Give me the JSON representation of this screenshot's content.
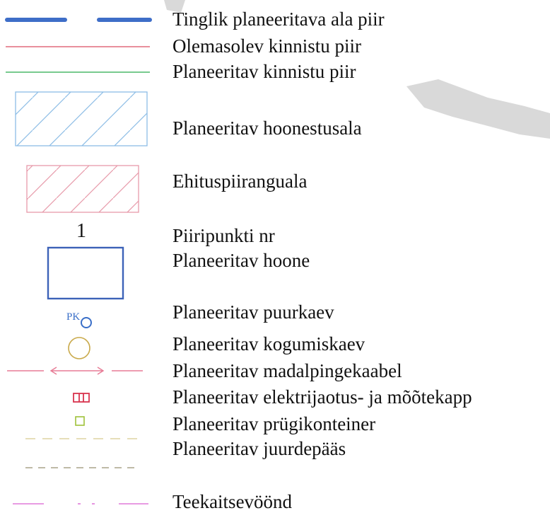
{
  "legend": {
    "items": [
      {
        "key": "tinglik",
        "label": "Tinglik planeeritava ala piir"
      },
      {
        "key": "olemasolev",
        "label": "Olemasolev kinnistu piir"
      },
      {
        "key": "planeeritav_kinnistu",
        "label": "Planeeritav kinnistu piir"
      },
      {
        "key": "hoonestusala",
        "label": "Planeeritav hoonestusala"
      },
      {
        "key": "ehituspiirangu",
        "label": "Ehituspiiranguala"
      },
      {
        "key": "piiripunkti",
        "label": "Piiripunkti nr"
      },
      {
        "key": "hoone",
        "label": "Planeeritav hoone"
      },
      {
        "key": "puurkaev",
        "label": "Planeeritav puurkaev"
      },
      {
        "key": "kogumiskaev",
        "label": "Planeeritav kogumiskaev"
      },
      {
        "key": "madalpinge",
        "label": "Planeeritav madalpingekaabel"
      },
      {
        "key": "elektrikapp",
        "label": "Planeeritav elektrijaotus- ja mõõtekapp"
      },
      {
        "key": "prugikonteiner",
        "label": "Planeeritav prügikonteiner"
      },
      {
        "key": "juurdepaas",
        "label": "Planeeritav juurdepääs"
      },
      {
        "key": "teekaitse",
        "label": "Teekaitsevöönd"
      }
    ],
    "symbols": {
      "piiripunkti_number": "1",
      "puurkaev_code": "PK"
    },
    "icons": [
      "planning-boundary-line-icon",
      "existing-property-line-icon",
      "planned-property-line-icon",
      "building-area-hatch-icon",
      "restriction-area-hatch-icon",
      "building-rectangle-icon",
      "borehole-well-icon",
      "collection-well-icon",
      "low-voltage-cable-icon",
      "electric-cabinet-icon",
      "waste-container-icon",
      "access-road-icon",
      "road-protection-zone-icon"
    ]
  },
  "colors": {
    "boundary_blue": "#3e6ec8",
    "existing_red": "#e06b7c",
    "planned_green": "#4cb86a",
    "building_area_blue": "#8dbde6",
    "restriction_pink": "#e79aaa",
    "building_blue": "#3c62b8",
    "well_blue": "#3a6fc8",
    "collection_olive": "#c9a94a",
    "cable_pink": "#e77b95",
    "cabinet_red": "#d9344e",
    "container_green": "#9fc23a",
    "access_olive": "#c9b473",
    "road_zone_magenta": "#e07ad9",
    "scan_gray": "#d4d4d4"
  }
}
